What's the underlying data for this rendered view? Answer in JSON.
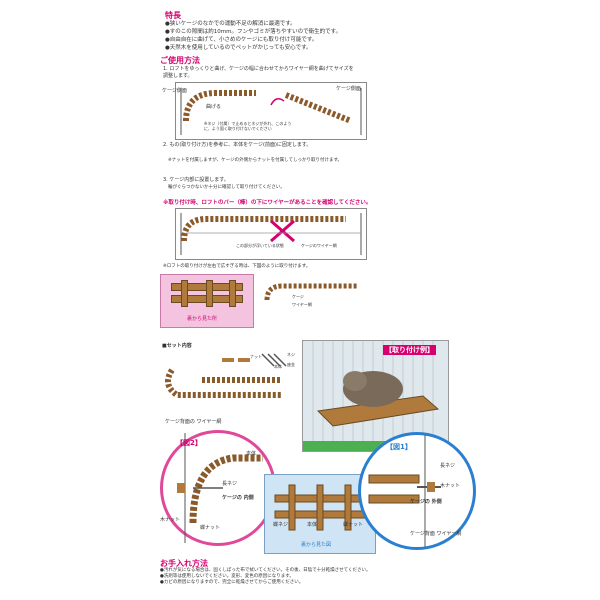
{
  "features": {
    "heading": "特長",
    "bullets": [
      "●狭いケージのなかでの運動不足の解消に最適です。",
      "●すのこの隙間は約10mm。フンやゴミが落ちやすいので衛生的です。",
      "●自由自在に曲げて、小さめのケージにも取り付け可能です。",
      "●天然木を使用しているのでペットがかじっても安心です。"
    ]
  },
  "usage": {
    "heading": "ご使用方法",
    "step1": "1. ロフトをゆっくりと曲げ、ケージの幅に合わせてからワイヤー網を曲げてサイズを調整します。",
    "step1_labels": {
      "cage_side": "ケージ側面",
      "cage_side2": "ケージ側面",
      "bend": "曲げる",
      "note": "※ネジ（付属）で止めるとネジが外れ、このように、よう固く取り付けないでください"
    },
    "step2": "2. もの(取り付け方)を参考に、本体をケージ(前面)に固定します。",
    "step2_note": "※ナットを付属しますが、ケージの外側からナットを付属してしっかり取り付けます。",
    "step3": "3. ケージ内部に設置します。",
    "step3_note": "輪がぐらつかないか十分に確認して取り付けてください。",
    "warning": "※取り付け時、ロフトのバー（棒）の下にワイヤーがあることを確認してください。",
    "warn_labels": {
      "loft": "この部分が浮いている状態",
      "wire": "ケージのワイヤー網"
    },
    "step4": "※ロフトの取り付けが左右で広すぎる時は、下図のように取り付けます。",
    "step4_labels": {
      "caption": "裏から見た所",
      "a": "ケージ",
      "b": "ワイヤー網"
    }
  },
  "diagram": {
    "set_title": "■セット内容",
    "set_items": [
      "本体",
      "ネジ",
      "ナット",
      "座金"
    ],
    "photo_label": "【取り付け例】",
    "fig2_label": "【図2】",
    "fig1_label": "【図1】",
    "cage_wire_label": "ケージ背面の ワイヤー網",
    "labels_left": {
      "main": "本体",
      "screw": "長ネジ",
      "inside": "ケージの 内側",
      "nut": "木ナット",
      "washer": "蝶ナット"
    },
    "labels_mid": {
      "screw": "蝶ネジ",
      "body": "本体",
      "nut": "蝶ナット",
      "caption": "裏から見た図"
    },
    "labels_right": {
      "screw": "長ネジ",
      "nut": "木ナット",
      "outside": "ケージの 外側",
      "wire": "ケージ背面 ワイヤー網"
    }
  },
  "care": {
    "heading": "お手入れ方法",
    "lines": [
      "●汚れが気になる場合は、固くしぼった布で拭いてください。その後、日陰で十分乾燥させてください。",
      "●洗剤等は使用しないでください。変形、変色の原因になります。",
      "●カビの原因になりますので、完全に乾燥させてからご使用ください。"
    ]
  },
  "colors": {
    "accent": "#d6006f",
    "wood": "#b07a3c",
    "pink": "#f4c3df",
    "blue": "#cfe4f4",
    "ring_blue": "#2a7fd0"
  }
}
